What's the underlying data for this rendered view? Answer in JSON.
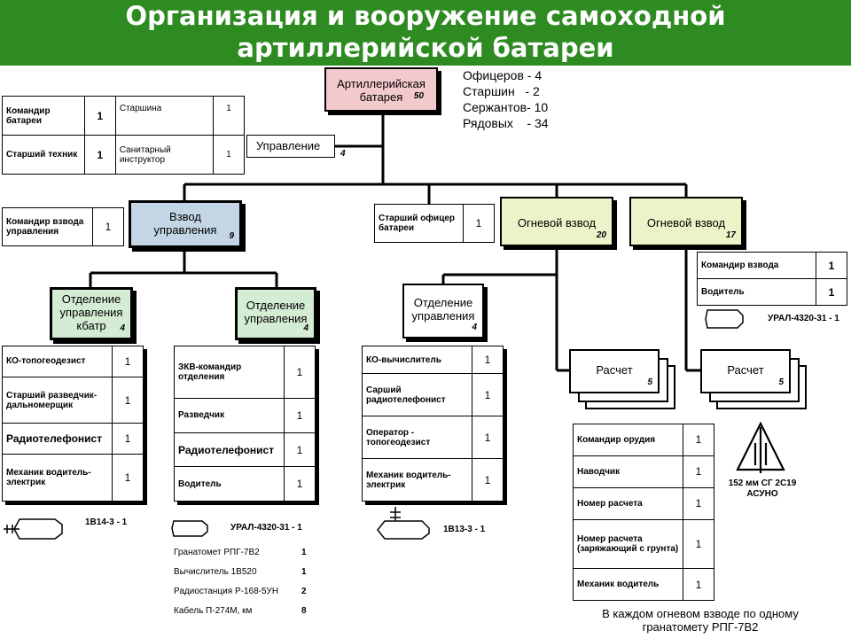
{
  "title": {
    "line1": "Организация и вооружение самоходной",
    "line2": "артиллерийской батареи"
  },
  "battery": {
    "label1": "Артиллерийская",
    "label2": "батарея",
    "count": "50"
  },
  "stats": [
    "Офицеров - 4",
    "Старшин   - 2",
    "Сержантов- 10",
    "Рядовых    - 34"
  ],
  "upravlenie": {
    "label": "Управление",
    "count": "4"
  },
  "hq_table": {
    "rows": [
      {
        "role": "Командир батареи",
        "n": "1",
        "role2": "Старшина",
        "n2": "1"
      },
      {
        "role": "Старший техник",
        "n": "1",
        "role2": "Санитарный инструктор",
        "n2": "1"
      }
    ]
  },
  "control_platoon": {
    "label1": "Взвод",
    "label2": "управления",
    "count": "9"
  },
  "control_platoon_cmd": {
    "role": "Командир взвода управления",
    "n": "1"
  },
  "senior_officer": {
    "role": "Старший офицер батареи",
    "n": "1"
  },
  "fire_platoon_1": {
    "label": "Огневой взвод",
    "count": "20"
  },
  "fire_platoon_2": {
    "label": "Огневой взвод",
    "count": "17"
  },
  "fire_platoon_cmd": {
    "rows": [
      {
        "role": "Командир взвода",
        "n": "1"
      },
      {
        "role": "Водитель",
        "n": "1"
      }
    ],
    "vehicle": "УРАЛ-4320-31 - 1"
  },
  "section_kbatr": {
    "label1": "Отделение",
    "label2": "управления",
    "label3": "кбатр",
    "count": "4"
  },
  "section_ctrl": {
    "label1": "Отделение",
    "label2": "управления",
    "count": "4"
  },
  "section_fire_ctrl": {
    "label1": "Отделение",
    "label2": "управления",
    "count": "4"
  },
  "table_kbatr": {
    "rows": [
      {
        "role": "КО-топогеодезист",
        "n": "1"
      },
      {
        "role": "Старший разведчик-дальномерщик",
        "n": "1"
      },
      {
        "role": "Радиотелефонист",
        "n": "1"
      },
      {
        "role": "Механик водитель-электрик",
        "n": "1"
      }
    ],
    "vehicle": "1В14-3  - 1"
  },
  "table_ctrl": {
    "rows": [
      {
        "role": "ЗКВ-командир отделения",
        "n": "1"
      },
      {
        "role": "Разведчик",
        "n": "1"
      },
      {
        "role": "Радиотелефонист",
        "n": "1"
      },
      {
        "role": "Водитель",
        "n": "1"
      }
    ],
    "vehicle": "УРАЛ-4320-31 - 1"
  },
  "armament": [
    {
      "name": "Гранатомет РПГ-7В2",
      "n": "1"
    },
    {
      "name": "Вычислитель 1В520",
      "n": "1"
    },
    {
      "name": "Радиостанция Р-168-5УН",
      "n": "2"
    },
    {
      "name": "Кабель П-274М, км",
      "n": "8"
    }
  ],
  "table_fire_ctrl": {
    "rows": [
      {
        "role": "КО-вычислитель",
        "n": "1"
      },
      {
        "role": "Сарший радиотелефонист",
        "n": "1"
      },
      {
        "role": "Оператор - топогеодезист",
        "n": "1"
      },
      {
        "role": "Механик водитель-электрик",
        "n": "1"
      }
    ],
    "vehicle": "1В13-3  - 1"
  },
  "raschet_1": {
    "label": "Расчет",
    "count": "5"
  },
  "raschet_2": {
    "label": "Расчет",
    "count": "5"
  },
  "table_raschet": {
    "rows": [
      {
        "role": "Командир орудия",
        "n": "1"
      },
      {
        "role": "Наводчик",
        "n": "1"
      },
      {
        "role": "Номер расчета",
        "n": "1"
      },
      {
        "role": "Номер расчета (заряжающий с грунта)",
        "n": "1"
      },
      {
        "role": "Механик водитель",
        "n": "1"
      }
    ]
  },
  "howitzer": {
    "line1": "152 мм СГ 2С19",
    "line2": "АСУНО"
  },
  "bottom_note": {
    "line1": "В каждом огневом взводе по одному",
    "line2": "гранатомету РПГ-7В2"
  }
}
